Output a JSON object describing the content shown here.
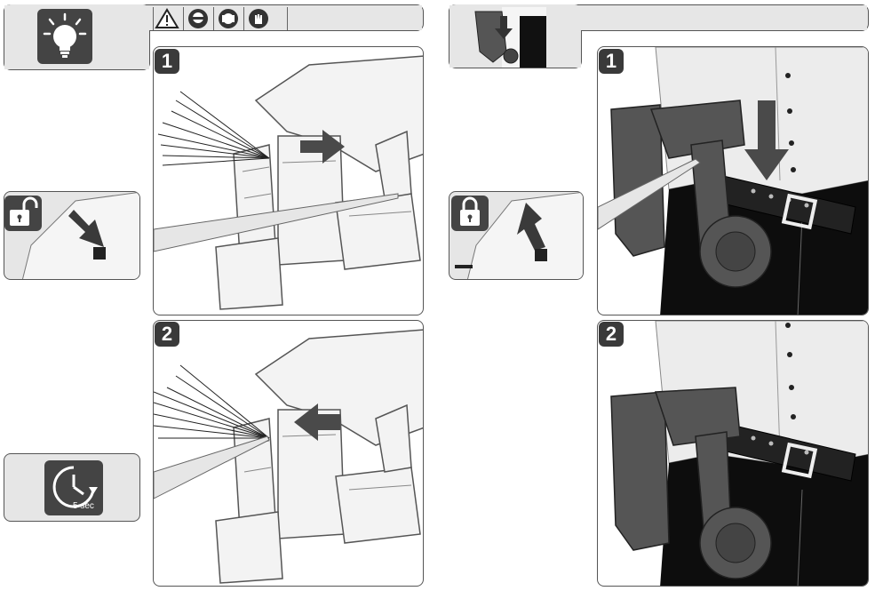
{
  "left_header": {
    "icons": [
      "lightbulb-tip-icon",
      "warning-triangle-icon",
      "eye-protection-icon",
      "ear-protection-icon",
      "gloves-icon"
    ]
  },
  "left_panels": {
    "step1": {
      "number": "1",
      "callout_icon": "unlock-icon"
    },
    "step2": {
      "number": "2",
      "callout_icon": "clock-timer-icon",
      "timer_label": "5 sec"
    }
  },
  "right_panels": {
    "step1": {
      "number": "1",
      "callout_icon": "lock-icon"
    },
    "step2": {
      "number": "2"
    }
  },
  "colors": {
    "panel_gray": "#e6e6e6",
    "tile_dark": "#444444",
    "arrow": "#4a4a4a"
  }
}
